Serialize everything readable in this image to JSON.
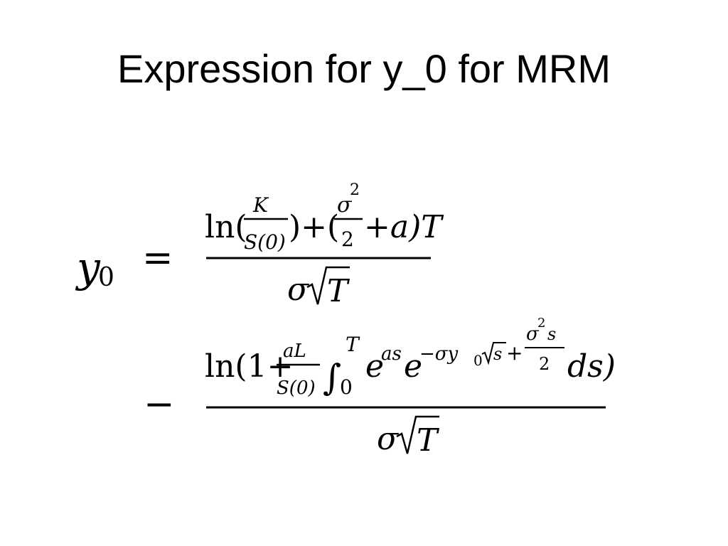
{
  "slide": {
    "title": "Expression for y_0 for MRM"
  },
  "equation": {
    "lhs": {
      "var": "y",
      "sub": "0"
    },
    "relation": "=",
    "term1": {
      "numerator": {
        "ln_open": "ln(",
        "frac_num": "K",
        "frac_den": "S(0)",
        "mid": ")+(",
        "sigma": "σ",
        "sigma_exp": "2",
        "half_den": "2",
        "tail": "+a)T"
      },
      "denominator": {
        "sigma": "σ",
        "T": "T"
      }
    },
    "operator": "−",
    "term2": {
      "numerator": {
        "ln_open": "ln(1+",
        "frac_num": "aL",
        "frac_den": "S(0)",
        "integral": "∫",
        "upper": "T",
        "lower": "0",
        "e1": "e",
        "e1_exp": "as",
        "e2": "e",
        "e2_exp": "−σy",
        "e2_sub": "0",
        "s": "s",
        "plus": "+",
        "exp_frac_num": "σ",
        "exp_frac_num_exp": "2",
        "exp_frac_num_s": "s",
        "exp_frac_den": "2",
        "tail": "ds)"
      },
      "denominator": {
        "sigma": "σ",
        "T": "T"
      }
    }
  }
}
